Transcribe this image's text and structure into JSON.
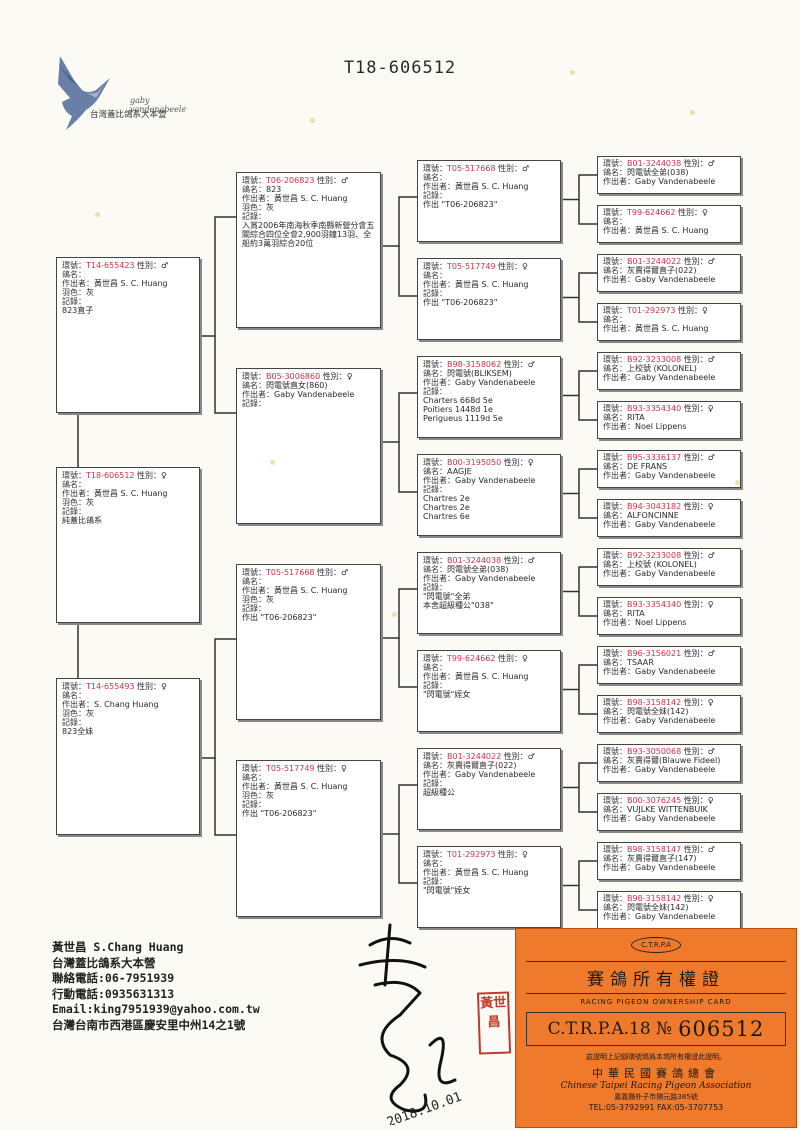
{
  "header": {
    "ring_number": "T18-606512"
  },
  "logo": {
    "script_text": "gaby vandenabeele",
    "brand": "台灣蓋比鴿系大本營"
  },
  "pedigree": {
    "subject": {
      "lines": [
        {
          "label": "環號：",
          "value": "T18-606512",
          "suffix": " 性別：♀"
        },
        {
          "label": "鴿名：",
          "value": ""
        },
        {
          "label": "作出者：",
          "value": "黃世昌 S. C. Huang"
        },
        {
          "label": "羽色：",
          "value": "灰"
        },
        {
          "label": "記錄：",
          "value": ""
        },
        {
          "label": "",
          "value": "純蓋比鴿系"
        }
      ]
    },
    "sire": {
      "lines": [
        {
          "label": "環號：",
          "value": "T14-655423",
          "suffix": " 性別：♂"
        },
        {
          "label": "鴿名：",
          "value": ""
        },
        {
          "label": "作出者：",
          "value": "黃世昌 S. C. Huang"
        },
        {
          "label": "羽色：",
          "value": "灰"
        },
        {
          "label": "記錄：",
          "value": ""
        },
        {
          "label": "",
          "value": "823直子"
        }
      ]
    },
    "dam": {
      "lines": [
        {
          "label": "環號：",
          "value": "T14-655493",
          "suffix": " 性別：♀"
        },
        {
          "label": "鴿名：",
          "value": ""
        },
        {
          "label": "作出者：",
          "value": "S. Chang Huang"
        },
        {
          "label": "羽色：",
          "value": "灰"
        },
        {
          "label": "記錄：",
          "value": ""
        },
        {
          "label": "",
          "value": "823全妹"
        }
      ]
    },
    "ss": {
      "lines": [
        {
          "label": "環號：",
          "value": "T06-206823",
          "suffix": " 性別：♂"
        },
        {
          "label": "鴿名：",
          "value": "823"
        },
        {
          "label": "作出者：",
          "value": "黃世昌 S. C. Huang"
        },
        {
          "label": "羽色：",
          "value": "灰"
        },
        {
          "label": "記錄：",
          "value": ""
        },
        {
          "label": "",
          "value": "入賞2006年南海秋季南縣新營分會五關綜合四位全會2,900羽鐘13羽、全船約3萬羽綜合20位",
          "wrap": true
        }
      ]
    },
    "sd": {
      "lines": [
        {
          "label": "環號：",
          "value": "B05-3006860",
          "suffix": " 性別：♀"
        },
        {
          "label": "鴿名：",
          "value": "閃電號直女(860)"
        },
        {
          "label": "作出者：",
          "value": "Gaby Vandenabeele"
        },
        {
          "label": "記錄：",
          "value": ""
        }
      ]
    },
    "ds": {
      "lines": [
        {
          "label": "環號：",
          "value": "T05-517668",
          "suffix": " 性別：♂"
        },
        {
          "label": "鴿名：",
          "value": ""
        },
        {
          "label": "作出者：",
          "value": "黃世昌 S. C. Huang"
        },
        {
          "label": "羽色：",
          "value": "灰"
        },
        {
          "label": "記錄：",
          "value": ""
        },
        {
          "label": "",
          "value": "作出 \"T06-206823\""
        }
      ]
    },
    "dd": {
      "lines": [
        {
          "label": "環號：",
          "value": "T05-517749",
          "suffix": " 性別：♀"
        },
        {
          "label": "鴿名：",
          "value": ""
        },
        {
          "label": "作出者：",
          "value": "黃世昌 S. C. Huang"
        },
        {
          "label": "羽色：",
          "value": "灰"
        },
        {
          "label": "記錄：",
          "value": ""
        },
        {
          "label": "",
          "value": "作出 \"T06-206823\""
        }
      ]
    },
    "g1": {
      "lines": [
        {
          "label": "環號：",
          "value": "T05-517668",
          "suffix": " 性別：♂"
        },
        {
          "label": "鴿名：",
          "value": ""
        },
        {
          "label": "作出者：",
          "value": "黃世昌 S. C. Huang"
        },
        {
          "label": "記錄：",
          "value": ""
        },
        {
          "label": "",
          "value": "作出 \"T06-206823\""
        }
      ]
    },
    "g2": {
      "lines": [
        {
          "label": "環號：",
          "value": "T05-517749",
          "suffix": " 性別：♀"
        },
        {
          "label": "鴿名：",
          "value": ""
        },
        {
          "label": "作出者：",
          "value": "黃世昌 S. C. Huang"
        },
        {
          "label": "記錄：",
          "value": ""
        },
        {
          "label": "",
          "value": "作出 \"T06-206823\""
        }
      ]
    },
    "g3": {
      "lines": [
        {
          "label": "環號：",
          "value": "B98-3158062",
          "suffix": " 性別：♂"
        },
        {
          "label": "鴿名：",
          "value": "閃電號(BLIKSEM)"
        },
        {
          "label": "作出者：",
          "value": "Gaby Vandenabeele"
        },
        {
          "label": "記錄：",
          "value": ""
        },
        {
          "label": "",
          "value": "Charters 668d 5e"
        },
        {
          "label": "",
          "value": "Poitiers 1448d 1e"
        },
        {
          "label": "",
          "value": "Perigueus 1119d 5e"
        }
      ]
    },
    "g4": {
      "lines": [
        {
          "label": "環號：",
          "value": "B00-3195050",
          "suffix": " 性別：♀"
        },
        {
          "label": "鴿名：",
          "value": "AAGJE"
        },
        {
          "label": "作出者：",
          "value": "Gaby Vandenabeele"
        },
        {
          "label": "記錄：",
          "value": ""
        },
        {
          "label": "",
          "value": "Chartres 2e"
        },
        {
          "label": "",
          "value": "Chartres 2e"
        },
        {
          "label": "",
          "value": "Chartres 6e"
        }
      ]
    },
    "g5": {
      "lines": [
        {
          "label": "環號：",
          "value": "B01-3244038",
          "suffix": " 性別：♂"
        },
        {
          "label": "鴿名：",
          "value": "閃電號全弟(038)"
        },
        {
          "label": "作出者：",
          "value": "Gaby Vandenabeele"
        },
        {
          "label": "記錄：",
          "value": ""
        },
        {
          "label": "",
          "value": "\"閃電號\"全弟"
        },
        {
          "label": "",
          "value": "本舍超級種公\"038\""
        }
      ]
    },
    "g6": {
      "lines": [
        {
          "label": "環號：",
          "value": "T99-624662",
          "suffix": " 性別：♀"
        },
        {
          "label": "鴿名：",
          "value": ""
        },
        {
          "label": "作出者：",
          "value": "黃世昌 S. C. Huang"
        },
        {
          "label": "記錄：",
          "value": ""
        },
        {
          "label": "",
          "value": "\"閃電號\"姪女"
        }
      ]
    },
    "g7": {
      "lines": [
        {
          "label": "環號：",
          "value": "B01-3244022",
          "suffix": " 性別：♂"
        },
        {
          "label": "鴿名：",
          "value": "灰賣得爾直子(022)"
        },
        {
          "label": "作出者：",
          "value": "Gaby Vandenabeele"
        },
        {
          "label": "記錄：",
          "value": ""
        },
        {
          "label": "",
          "value": "超級種公"
        }
      ]
    },
    "g8": {
      "lines": [
        {
          "label": "環號：",
          "value": "T01-292973",
          "suffix": " 性別：♀"
        },
        {
          "label": "鴿名：",
          "value": ""
        },
        {
          "label": "作出者：",
          "value": "黃世昌 S. C. Huang"
        },
        {
          "label": "記錄：",
          "value": ""
        },
        {
          "label": "",
          "value": "\"閃電號\"姪女"
        }
      ]
    },
    "gg": [
      {
        "lines": [
          {
            "label": "環號：",
            "value": "B01-3244038",
            "suffix": " 性別：♂"
          },
          {
            "label": "鴿名：",
            "value": "閃電號全弟(038)"
          },
          {
            "label": "作出者：",
            "value": "Gaby Vandenabeele"
          }
        ]
      },
      {
        "lines": [
          {
            "label": "環號：",
            "value": "T99-624662",
            "suffix": " 性別：♀"
          },
          {
            "label": "鴿名：",
            "value": ""
          },
          {
            "label": "作出者：",
            "value": "黃世昌 S. C. Huang"
          }
        ]
      },
      {
        "lines": [
          {
            "label": "環號：",
            "value": "B01-3244022",
            "suffix": " 性別：♂"
          },
          {
            "label": "鴿名：",
            "value": "灰賣得爾直子(022)"
          },
          {
            "label": "作出者：",
            "value": "Gaby Vandenabeele"
          }
        ]
      },
      {
        "lines": [
          {
            "label": "環號：",
            "value": "T01-292973",
            "suffix": " 性別：♀"
          },
          {
            "label": "鴿名：",
            "value": ""
          },
          {
            "label": "作出者：",
            "value": "黃世昌 S. C. Huang"
          }
        ]
      },
      {
        "lines": [
          {
            "label": "環號：",
            "value": "B92-3233008",
            "suffix": " 性別：♂"
          },
          {
            "label": "鴿名：",
            "value": "上校號 (KOLONEL)"
          },
          {
            "label": "作出者：",
            "value": "Gaby Vandenabeele"
          }
        ]
      },
      {
        "lines": [
          {
            "label": "環號：",
            "value": "B93-3354340",
            "suffix": " 性別：♀"
          },
          {
            "label": "鴿名：",
            "value": "RITA"
          },
          {
            "label": "作出者：",
            "value": "Noel Lippens"
          }
        ]
      },
      {
        "lines": [
          {
            "label": "環號：",
            "value": "B95-3336137",
            "suffix": " 性別：♂"
          },
          {
            "label": "鴿名：",
            "value": "DE FRANS"
          },
          {
            "label": "作出者：",
            "value": "Gaby Vandenabeele"
          }
        ]
      },
      {
        "lines": [
          {
            "label": "環號：",
            "value": "B94-3043182",
            "suffix": " 性別：♀"
          },
          {
            "label": "鴿名：",
            "value": "ALFONCINNE"
          },
          {
            "label": "作出者：",
            "value": "Gaby Vandenabeele"
          }
        ]
      },
      {
        "lines": [
          {
            "label": "環號：",
            "value": "B92-3233008",
            "suffix": " 性別：♂"
          },
          {
            "label": "鴿名：",
            "value": "上校號 (KOLONEL)"
          },
          {
            "label": "作出者：",
            "value": "Gaby Vandenabeele"
          }
        ]
      },
      {
        "lines": [
          {
            "label": "環號：",
            "value": "B93-3354340",
            "suffix": " 性別：♀"
          },
          {
            "label": "鴿名：",
            "value": "RITA"
          },
          {
            "label": "作出者：",
            "value": "Noel Lippens"
          }
        ]
      },
      {
        "lines": [
          {
            "label": "環號：",
            "value": "B96-3156021",
            "suffix": " 性別：♂"
          },
          {
            "label": "鴿名：",
            "value": "TSAAR"
          },
          {
            "label": "作出者：",
            "value": "Gaby Vandenabeele"
          }
        ]
      },
      {
        "lines": [
          {
            "label": "環號：",
            "value": "B98-3158142",
            "suffix": " 性別：♀"
          },
          {
            "label": "鴿名：",
            "value": "閃電號全妹(142)"
          },
          {
            "label": "作出者：",
            "value": "Gaby Vandenabeele"
          }
        ]
      },
      {
        "lines": [
          {
            "label": "環號：",
            "value": "B93-3050068",
            "suffix": " 性別：♂"
          },
          {
            "label": "鴿名：",
            "value": "灰賣得爾(Blauwe Fideel)"
          },
          {
            "label": "作出者：",
            "value": "Gaby Vandenabeele"
          }
        ]
      },
      {
        "lines": [
          {
            "label": "環號：",
            "value": "B00-3076245",
            "suffix": " 性別：♀"
          },
          {
            "label": "鴿名：",
            "value": "VUJLKE WITTENBUIK"
          },
          {
            "label": "作出者：",
            "value": "Gaby Vandenabeele"
          }
        ]
      },
      {
        "lines": [
          {
            "label": "環號：",
            "value": "B98-3158147",
            "suffix": " 性別：♂"
          },
          {
            "label": "鴿名：",
            "value": "灰賣得爾直子(147)"
          },
          {
            "label": "作出者：",
            "value": "Gaby Vandenabeele"
          }
        ]
      },
      {
        "lines": [
          {
            "label": "環號：",
            "value": "B98-3158142",
            "suffix": " 性別：♀"
          },
          {
            "label": "鴿名：",
            "value": "閃電號全妹(142)"
          },
          {
            "label": "作出者：",
            "value": "Gaby Vandenabeele"
          }
        ]
      }
    ]
  },
  "footer": {
    "lines": [
      "黃世昌 S.Chang Huang",
      "台灣蓋比鴿系大本營",
      "聯絡電話:06-7951939",
      "行動電話:0935631313",
      "Email:king7951939@yahoo.com.tw",
      "台灣台南市西港區慶安里中州14之1號"
    ]
  },
  "signature": {
    "date": "2018.10.01"
  },
  "seal": {
    "text": "黃世昌"
  },
  "ownership_card": {
    "emblem": "C.T.R.P.A",
    "title_zh": "賽鴿所有權證",
    "title_en": "RACING PIGEON OWNERSHIP CARD",
    "prefix": "C.T.R.P.A.18 №",
    "number": "606512",
    "proof": "茲證明上記腳環號鴿爲本鴿所有權證此證明。",
    "org_zh": "中華民國賽鴿總會",
    "org_en": "Chinese Taipei Racing Pigeon Association",
    "address": "嘉義縣朴子市開元路385號",
    "tel": "TEL:05-3792991   FAX:05-3707753"
  }
}
